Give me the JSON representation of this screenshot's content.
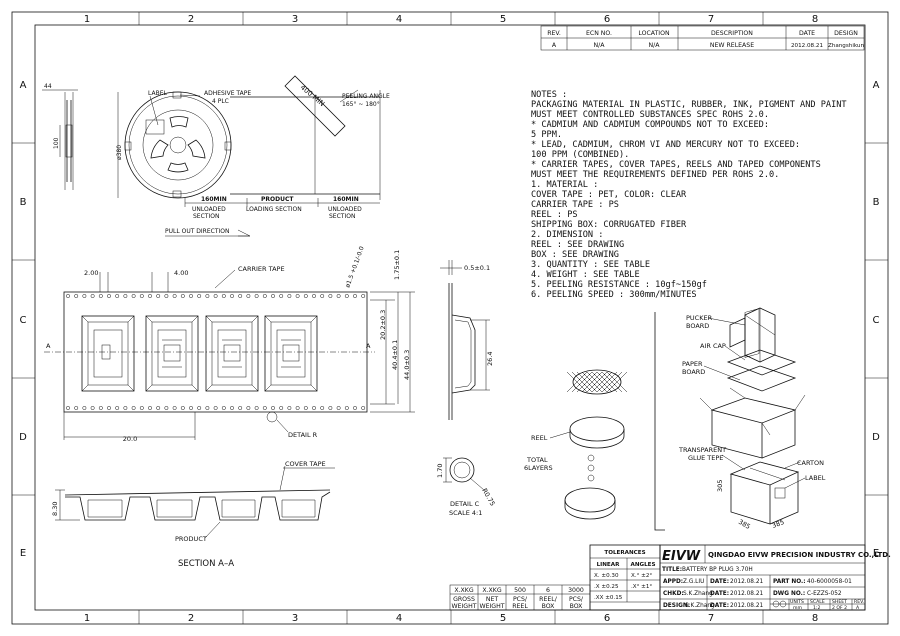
{
  "zones": {
    "columns": [
      "1",
      "2",
      "3",
      "4",
      "5",
      "6",
      "7",
      "8"
    ],
    "rows": [
      "A",
      "B",
      "C",
      "D",
      "E"
    ]
  },
  "revision_table": {
    "headers": [
      "REV.",
      "ECN NO.",
      "LOCATION",
      "DESCRIPTION",
      "DATE",
      "DESIGN"
    ],
    "row": [
      "A",
      "N/A",
      "N/A",
      "NEW RELEASE",
      "2012.08.21",
      "Zhangshikun"
    ]
  },
  "notes": [
    "NOTES :",
    "PACKAGING MATERIAL IN PLASTIC, RUBBER, INK, PIGMENT AND PAINT",
    "   MUST MEET  CONTROLLED SUBSTANCES SPEC ROHS 2.0.",
    "   * CADMIUM AND CADMIUM COMPOUNDS NOT TO EXCEED:",
    "        5 PPM.",
    "   * LEAD, CADMIUM, CHROM VI AND MERCURY NOT TO EXCEED:",
    "        100 PPM (COMBINED).",
    "   * CARRIER TAPES, COVER TAPES, REELS AND TAPED COMPONENTS",
    "     MUST MEET THE REQUIREMENTS DEFINED PER ROHS 2.0.",
    "1. MATERIAL :",
    "      COVER TAPE : PET, COLOR: CLEAR",
    "      CARRIER TAPE : PS",
    "      REEL : PS",
    "      SHIPPING BOX: CORRUGATED FIBER",
    "2. DIMENSION :",
    "      REEL : SEE DRAWING",
    "      BOX : SEE DRAWING",
    "3. QUANTITY : SEE TABLE",
    "4. WEIGHT : SEE TABLE",
    "5. PEELING RESISTANCE : 10gf~150gf",
    "6. PEELING SPEED : 300mm/MINUTES"
  ],
  "reel_view": {
    "label": "LABEL",
    "adhesive": "ADHESIVE TAPE",
    "adhesive_qty": "4 PLC",
    "dia": "ø380",
    "side_width": "44",
    "side_hub": "100",
    "length": "400 MIN",
    "peel_angle": "PEELING ANGLE",
    "peel_angle_value": "165° ~ 180°",
    "seg1_len": "160MIN",
    "seg1_name": "UNLOADED",
    "seg1_sub": "SECTION",
    "seg2_name": "PRODUCT",
    "seg2_sub": "LOADING SECTION",
    "seg3_len": "160MIN",
    "seg3_name": "UNLOADED",
    "seg3_sub": "SECTION",
    "pull_out": "PULL OUT DIRECTION"
  },
  "tape_view": {
    "carrier_tape": "CARRIER TAPE",
    "pitch_hole": "2.00",
    "hole_pitch": "4.00",
    "hole_dia": "ø1.5 +0.1/-0.0",
    "edge_dim": "1.75±0.1",
    "center_dim": "20.2±0.3",
    "inner_dim": "40.4±0.1",
    "width_dim": "44.0±0.3",
    "pocket_pitch": "20.0",
    "detail_r": "DETAIL R",
    "section_mark": "A"
  },
  "side_view": {
    "thickness": "0.5±0.1",
    "depth": "26.4"
  },
  "section_view": {
    "cover_tape": "COVER TAPE",
    "height": "8.30",
    "product": "PRODUCT",
    "title": "SECTION  A–A"
  },
  "detail_c": {
    "dim_a": "1.70",
    "dim_b": "R0.75",
    "title": "DETAIL C",
    "scale": "SCALE 4:1"
  },
  "box_view": {
    "pucker": "PUCKER",
    "pucker2": "BOARD",
    "air_cap": "AIR CAP",
    "paper": "PAPER",
    "paper2": "BOARD",
    "reel": "REEL",
    "total": "TOTAL",
    "layers": "6LAYERS",
    "glue1": "TRANSPARENT",
    "glue2": "GLUE TEPE",
    "carton": "CARTON",
    "label": "LABEL",
    "h": "305",
    "w1": "385",
    "w2": "385"
  },
  "qty_table": {
    "values": [
      "X.XKG",
      "X.XKG",
      "500",
      "6",
      "3000"
    ],
    "units": [
      [
        "GROSS",
        "WEIGHT"
      ],
      [
        "NET",
        "WEIGHT"
      ],
      [
        "PCS/",
        "REEL"
      ],
      [
        "REEL/",
        "BOX"
      ],
      [
        "PCS/",
        "BOX"
      ]
    ]
  },
  "tolerances": {
    "title": "TOLERANCES",
    "linear": "LINEAR",
    "angles": "ANGLES",
    "rows": [
      [
        "X.   ±0.30",
        "X.°  ±2°"
      ],
      [
        ".X   ±0.25",
        ".X°  ±1°"
      ],
      [
        ".XX  ±0.15",
        ""
      ]
    ]
  },
  "title_block": {
    "logo": "EIVW",
    "company": "QINGDAO EIVW PRECISION INDUSTRY CO.,LTD.",
    "title_label": "TITLE:",
    "title": "BATTERY  BP PLUG 3.70H",
    "appd_label": "APPD:",
    "appd": "Z.G.LIU",
    "chkd_label": "CHKD:",
    "chkd": "S.K.Zhang",
    "design_label": "DESIGN:",
    "design": "S.K.Zhang",
    "date_label": "DATE:",
    "date": "2012.08.21",
    "part_label": "PART NO.:",
    "part": "40-6000058-01",
    "dwg_label": "DWG NO.:",
    "dwg": "C-EZZS-052",
    "units_label": "UNITS",
    "units": "mm",
    "scale_label": "SCALE",
    "scale": "1:2",
    "sheet_label": "SHEET",
    "sheet": "2 OF 2",
    "rev_label": "REV.",
    "rev": "A"
  }
}
